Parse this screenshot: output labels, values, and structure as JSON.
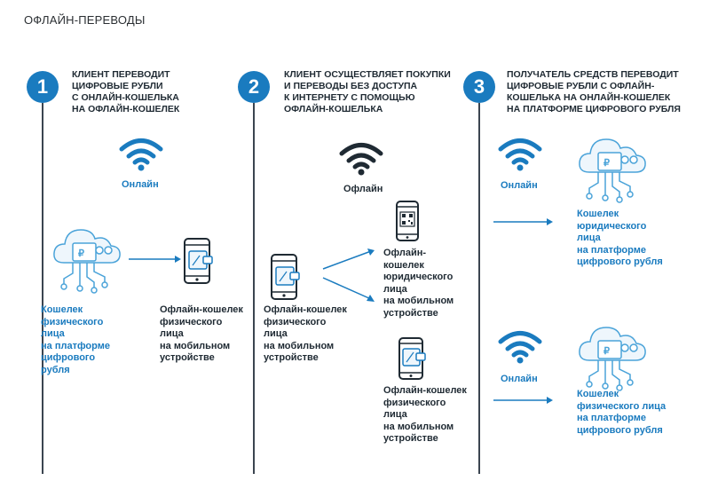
{
  "title": "ОФЛАЙН-ПЕРЕВОДЫ",
  "colors": {
    "accent": "#1a7bbf",
    "dark": "#1f2a33",
    "icon_light": "#4aa3d9"
  },
  "steps": [
    {
      "number": "1",
      "caption": [
        "КЛИЕНТ ПЕРЕВОДИТ",
        "ЦИФРОВЫЕ РУБЛИ",
        "С ОНЛАЙН-КОШЕЛЬКА",
        "НА ОФЛАЙН-КОШЕЛЕК"
      ],
      "status": "Онлайн",
      "source_label": [
        "Кошелек",
        "физического",
        "лица",
        "на платформе",
        "цифрового",
        "рубля"
      ],
      "target_label": [
        "Офлайн-кошелек",
        "физического",
        "лица",
        "на мобильном",
        "устройстве"
      ]
    },
    {
      "number": "2",
      "caption": [
        "КЛИЕНТ ОСУЩЕСТВЛЯЕТ ПОКУПКИ",
        "И ПЕРЕВОДЫ БЕЗ ДОСТУПА",
        "К ИНТЕРНЕТУ С ПОМОЩЬЮ",
        "ОФЛАЙН-КОШЕЛЬКА"
      ],
      "status": "Офлайн",
      "source_label": [
        "Офлайн-кошелек",
        "физического",
        "лица",
        "на мобильном",
        "устройстве"
      ],
      "target_top_label": [
        "Офлайн-",
        "кошелек",
        "юридического",
        "лица",
        "на мобильном",
        "устройстве"
      ],
      "target_bottom_label": [
        "Офлайн-кошелек",
        "физического",
        "лица",
        "на мобильном",
        "устройстве"
      ]
    },
    {
      "number": "3",
      "caption": [
        "ПОЛУЧАТЕЛЬ СРЕДСТВ ПЕРЕВОДИТ",
        "ЦИФРОВЫЕ РУБЛИ С ОФЛАЙН-",
        "КОШЕЛЬКА НА ОНЛАЙН-КОШЕЛЕК",
        "НА ПЛАТФОРМЕ ЦИФРОВОГО РУБЛЯ"
      ],
      "status_top": "Онлайн",
      "status_bottom": "Онлайн",
      "target_top_label": [
        "Кошелек",
        "юридического",
        "лица",
        "на платформе",
        "цифрового рубля"
      ],
      "target_bottom_label": [
        "Кошелек",
        "физического лица",
        "на платформе",
        "цифрового рубля"
      ]
    }
  ]
}
